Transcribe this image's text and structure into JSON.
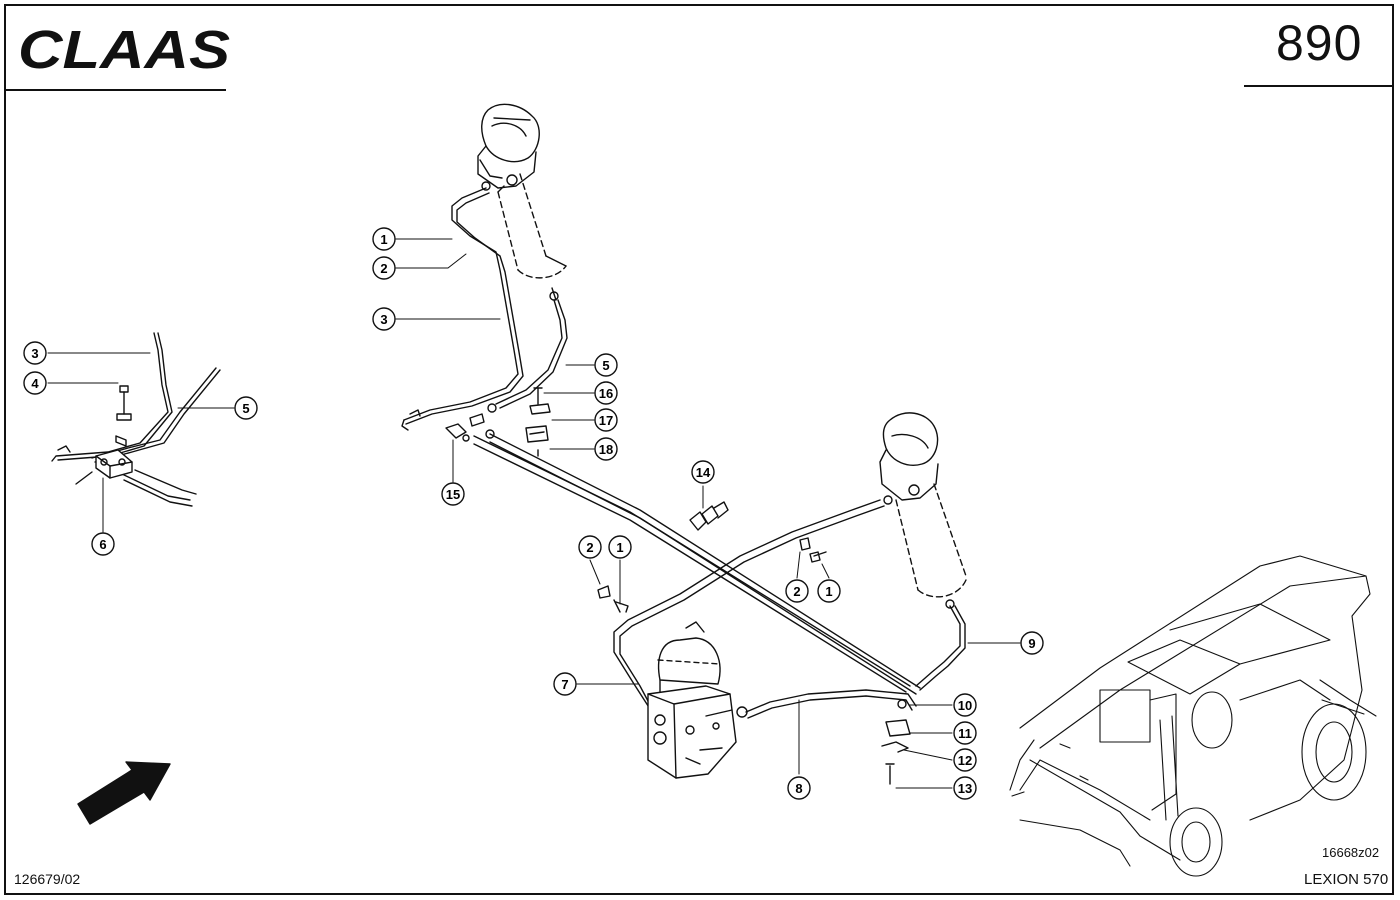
{
  "header": {
    "brand": "CLAAS",
    "page_number": "890"
  },
  "footer": {
    "document_id": "126679/02",
    "drawing_code": "16668z02",
    "model": "LEXION 570"
  },
  "callouts": {
    "left_detail": [
      "3",
      "4",
      "5",
      "6"
    ],
    "main_top": [
      "1",
      "2",
      "3",
      "5",
      "16",
      "17",
      "18",
      "15"
    ],
    "main_middle": [
      "14",
      "2",
      "1",
      "2",
      "1"
    ],
    "main_bottom": [
      "7",
      "9",
      "10",
      "11",
      "12",
      "13",
      "8"
    ]
  },
  "icons": {
    "direction_arrow": "arrow-up-right-icon",
    "combine_harvester": "combine-harvester-icon"
  },
  "colors": {
    "ink": "#111111",
    "paper": "#ffffff"
  }
}
